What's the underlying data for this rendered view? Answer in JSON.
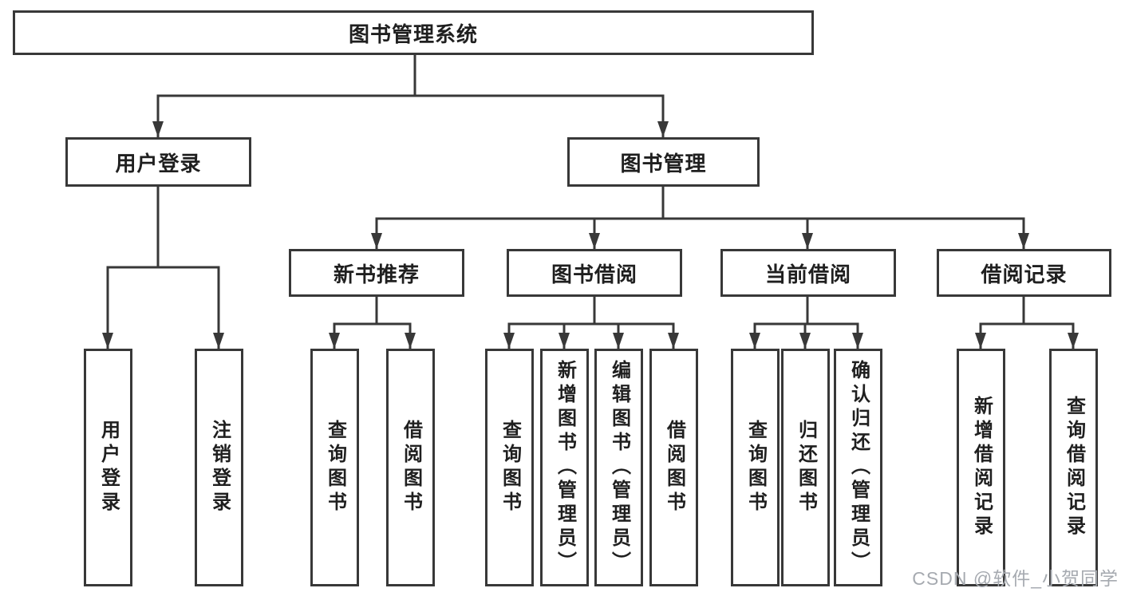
{
  "tree": {
    "label": "图书管理系统",
    "children": [
      {
        "label": "用户登录",
        "children": [
          {
            "label": "用户登录"
          },
          {
            "label": "注销登录"
          }
        ]
      },
      {
        "label": "图书管理",
        "children": [
          {
            "label": "新书推荐",
            "children": [
              {
                "label": "查询图书"
              },
              {
                "label": "借阅图书"
              }
            ]
          },
          {
            "label": "图书借阅",
            "children": [
              {
                "label": "查询图书"
              },
              {
                "label": "新增图书（管理员）"
              },
              {
                "label": "编辑图书（管理员）"
              },
              {
                "label": "借阅图书"
              }
            ]
          },
          {
            "label": "当前借阅",
            "children": [
              {
                "label": "查询图书"
              },
              {
                "label": "归还图书"
              },
              {
                "label": "确认归还（管理员）"
              }
            ]
          },
          {
            "label": "借阅记录",
            "children": [
              {
                "label": "新增借阅记录"
              },
              {
                "label": "查询借阅记录"
              }
            ]
          }
        ]
      }
    ]
  },
  "watermark": {
    "text": "CSDN @软件_小贺同学"
  },
  "colors": {
    "line": "#383838",
    "text": "#1f1f1f",
    "box_fill": "#ffffff",
    "background": "#ffffff",
    "watermark": "#a6aab0"
  }
}
